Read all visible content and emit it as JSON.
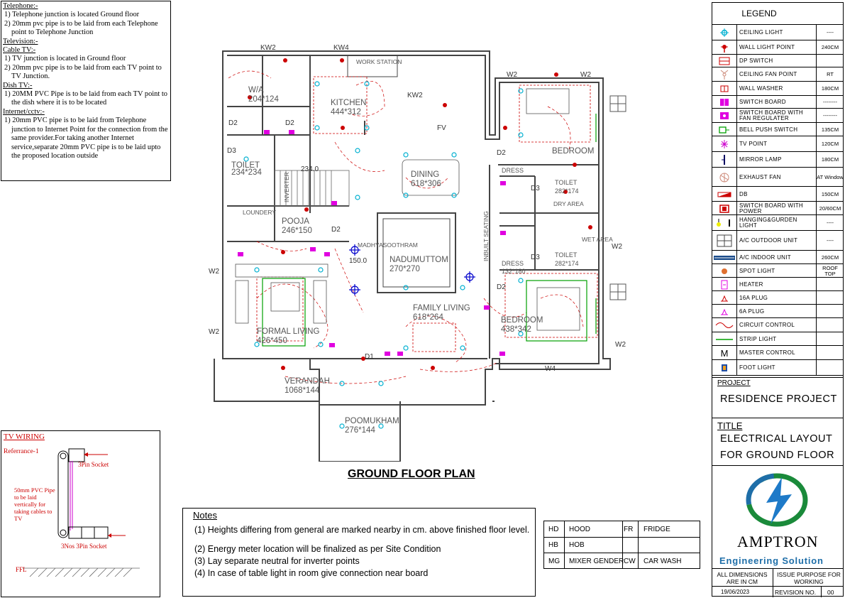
{
  "top_notes": {
    "telephone_heading": "Telephone:-",
    "telephone_1": "1) Telephone  junction  is located Ground floor",
    "telephone_2": "2) 20mm pvc pipe is to be laid from  each Telephone point to Telephone Junction",
    "television_heading": "Television:-",
    "cable_heading": "Cable TV:-",
    "cable_1": "1)  TV  junction  is located in Ground floor",
    "cable_2": "2) 20mm pvc pipe is to be laid  from each TV point  to TV Junction.",
    "dish_heading": "Dish TV:-",
    "dish_1": "1)  20MM PVC Pipe is to be laid from each TV point to the dish where it is to be located",
    "internet_heading": "Internet/cctv:-",
    "internet_1": "1) 20mm PVC pipe is to be laid from Telephone junction to Internet Point for the connection from the same provider.For taking another Internet service,separate 20mm PVC pipe is to be laid upto the proposed location outside"
  },
  "tv_wiring": {
    "title": "TV WIRING",
    "reference": "Referrance-1",
    "socket_top": "3Pin Socket",
    "pipe_note": "50mm PVC Pipe to be laid vertically for taking cables to TV",
    "socket_bottom": "3Nos 3Pin Socket",
    "ffl": "FFL"
  },
  "plan": {
    "title": "GROUND FLOOR PLAN",
    "rooms": [
      {
        "name": "KITCHEN",
        "size": "444*312"
      },
      {
        "name": "W/A",
        "size": "204*124"
      },
      {
        "name": "TOILET",
        "size": "234*234"
      },
      {
        "name": "POOJA",
        "size": "246*150"
      },
      {
        "name": "DINING",
        "size": "618*306"
      },
      {
        "name": "NADUMUTTOM",
        "size": "270*270"
      },
      {
        "name": "FORMAL LIVING",
        "size": "426*450"
      },
      {
        "name": "FAMILY LIVING",
        "size": "618*264"
      },
      {
        "name": "VERANDAH",
        "size": "1068*144"
      },
      {
        "name": "POOMUKHAM",
        "size": "276*144"
      },
      {
        "name": "BEDROOM",
        "size": "438*342"
      },
      {
        "name": "BEDROOM",
        "size": ""
      },
      {
        "name": "TOILET",
        "size": "282*174"
      },
      {
        "name": "TOILET",
        "size": "282*174"
      },
      {
        "name": "DRESS",
        "size": ""
      },
      {
        "name": "DRESS",
        "size": "132*180"
      }
    ],
    "labels": {
      "kw2a": "KW2",
      "kw4": "KW4",
      "kw2b": "KW2",
      "w2a": "W2",
      "w2b": "W2",
      "w2c": "W2",
      "w2d": "W2",
      "w2e": "W2",
      "w2f": "W2",
      "w4": "W4",
      "d2a": "D2",
      "d2b": "D2",
      "d2c": "D2",
      "d2d": "D2",
      "d2e": "D2",
      "d3a": "D3",
      "d3b": "D3",
      "d3c": "D3",
      "d1": "D1",
      "dim1": "234.0",
      "dim2": "150.0",
      "work_station": "WORK STATION",
      "dry_area": "DRY AREA",
      "wet_area": "WET AREA",
      "inbuilt_seating": "INBUILT SEATING",
      "laundry": "LOUNDERY",
      "madhyasoothram": "MADHYASOOTHRAM",
      "fv": "FV",
      "inverter": "INVERTER"
    }
  },
  "notes": {
    "heading": "Notes",
    "lines": [
      "(1) Heights differing from general are marked nearby in cm. above finished floor level.",
      "(2) Energy meter location will be finalized as per Site Condition",
      "(3) Lay separate neutral for inverter points",
      "(4) In case of table light in room give connection near board"
    ]
  },
  "abbreviations": [
    {
      "code": "HD",
      "label": "HOOD"
    },
    {
      "code": "FR",
      "label": "FRIDGE"
    },
    {
      "code": "HB",
      "label": "HOB"
    },
    {
      "code": "MG",
      "label": "MIXER GENDER"
    },
    {
      "code": "CW",
      "label": "CAR WASH"
    }
  ],
  "legend": {
    "title": "LEGEND",
    "items": [
      {
        "icon": "ceiling-light-icon",
        "label": "CEILING LIGHT",
        "value": "----"
      },
      {
        "icon": "wall-light-icon",
        "label": "WALL LIGHT POINT",
        "value": "240CM"
      },
      {
        "icon": "dp-switch-icon",
        "label": "DP SWITCH",
        "value": ""
      },
      {
        "icon": "ceiling-fan-icon",
        "label": "CEILING FAN POINT",
        "value": "RT"
      },
      {
        "icon": "wall-washer-icon",
        "label": "WALL WASHER",
        "value": "180CM"
      },
      {
        "icon": "switch-board-icon",
        "label": "SWITCH BOARD",
        "value": "--------"
      },
      {
        "icon": "switch-board-fan-icon",
        "label": "SWITCH BOARD WITH FAN REGULATER",
        "value": "--------"
      },
      {
        "icon": "bell-push-switch-icon",
        "label": "BELL PUSH SWITCH",
        "value": "135CM"
      },
      {
        "icon": "tv-point-icon",
        "label": "TV POINT",
        "value": "120CM"
      },
      {
        "icon": "mirror-lamp-icon",
        "label": "MIRROR LAMP",
        "value": "180CM"
      },
      {
        "icon": "exhaust-fan-icon",
        "label": "EXHAUST FAN",
        "value": "AT Window"
      },
      {
        "icon": "db-icon",
        "label": "DB",
        "value": "150CM"
      },
      {
        "icon": "switch-board-power-icon",
        "label": "SWITCH BOARD WITH POWER",
        "value": "20/60CM"
      },
      {
        "icon": "hanging-light-icon",
        "label": "HANGING&GURDEN LIGHT",
        "value": "----"
      },
      {
        "icon": "ac-outdoor-icon",
        "label": "A/C OUTDOOR UNIT",
        "value": "----"
      },
      {
        "icon": "ac-indoor-icon",
        "label": "A/C INDOOR UNIT",
        "value": "260CM"
      },
      {
        "icon": "spot-light-icon",
        "label": "SPOT LIGHT",
        "value": "ROOF TOP"
      },
      {
        "icon": "heater-icon",
        "label": "HEATER",
        "value": ""
      },
      {
        "icon": "plug-16a-icon",
        "label": "16A PLUG",
        "value": ""
      },
      {
        "icon": "plug-6a-icon",
        "label": "6A PLUG",
        "value": ""
      },
      {
        "icon": "circuit-control-icon",
        "label": "CIRCUIT CONTROL",
        "value": ""
      },
      {
        "icon": "strip-light-icon",
        "label": "STRIP LIGHT",
        "value": ""
      },
      {
        "icon": "master-control-icon",
        "label": "MASTER CONTROL",
        "value": ""
      },
      {
        "icon": "foot-light-icon",
        "label": "FOOT LIGHT",
        "value": ""
      }
    ],
    "master_glyph": "M"
  },
  "project": {
    "project_label": "PROJECT",
    "project_name": "RESIDENCE PROJECT",
    "title_label": "TITLE",
    "title_line1": "ELECTRICAL LAYOUT",
    "title_line2": "FOR GROUND FLOOR",
    "company_name": "AMPTRON",
    "company_sub": "Engineering Solution",
    "dimensions_note": "ALL DIMENSIONS ARE IN CM",
    "issue_purpose": "ISSUE PURPOSE FOR WORKING",
    "date": "19/06/2023",
    "revision_label": "REVISION NO.",
    "revision_no": "00"
  },
  "colors": {
    "red": "#cc0000",
    "magenta": "#e000e0",
    "cyan": "#00b0d0",
    "green": "#00a000",
    "wall": "#444444"
  }
}
